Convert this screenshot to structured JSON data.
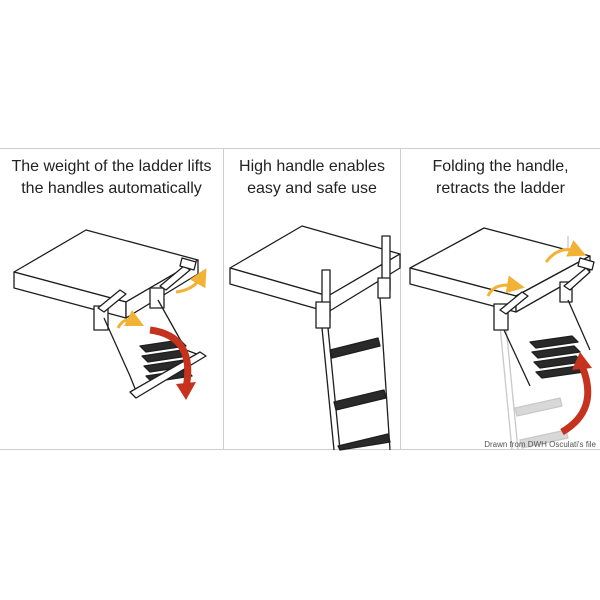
{
  "panels": [
    {
      "caption_line1": "The weight of the ladder lifts",
      "caption_line2": "the handles automatically"
    },
    {
      "caption_line1": "High handle enables",
      "caption_line2": "easy and safe use"
    },
    {
      "caption_line1": "Folding the handle,",
      "caption_line2": "retracts the ladder"
    }
  ],
  "credit": "Drawn from DWH Osculati's file",
  "colors": {
    "arrow_yellow": "#f2b236",
    "arrow_red": "#c5321e",
    "line": "#1e1e1e",
    "ghost": "#c8c8c8"
  }
}
